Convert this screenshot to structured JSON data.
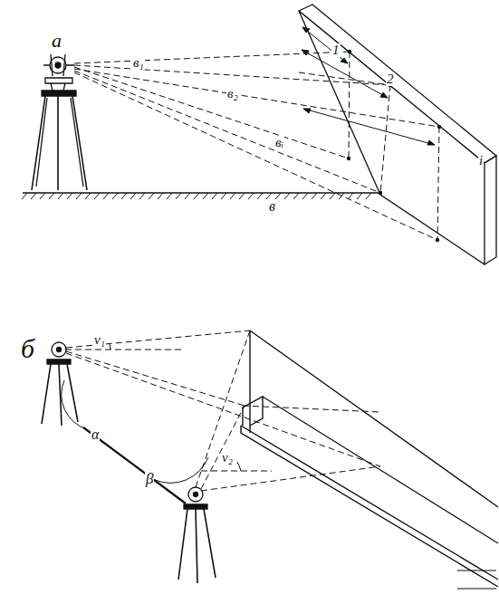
{
  "diagram": {
    "labels": [
      "а",
      "в₁",
      "в₂",
      "вᵢ",
      "1",
      "2",
      "i",
      "в",
      "б",
      "ν₁",
      "α",
      "β",
      "ν₂"
    ]
  }
}
